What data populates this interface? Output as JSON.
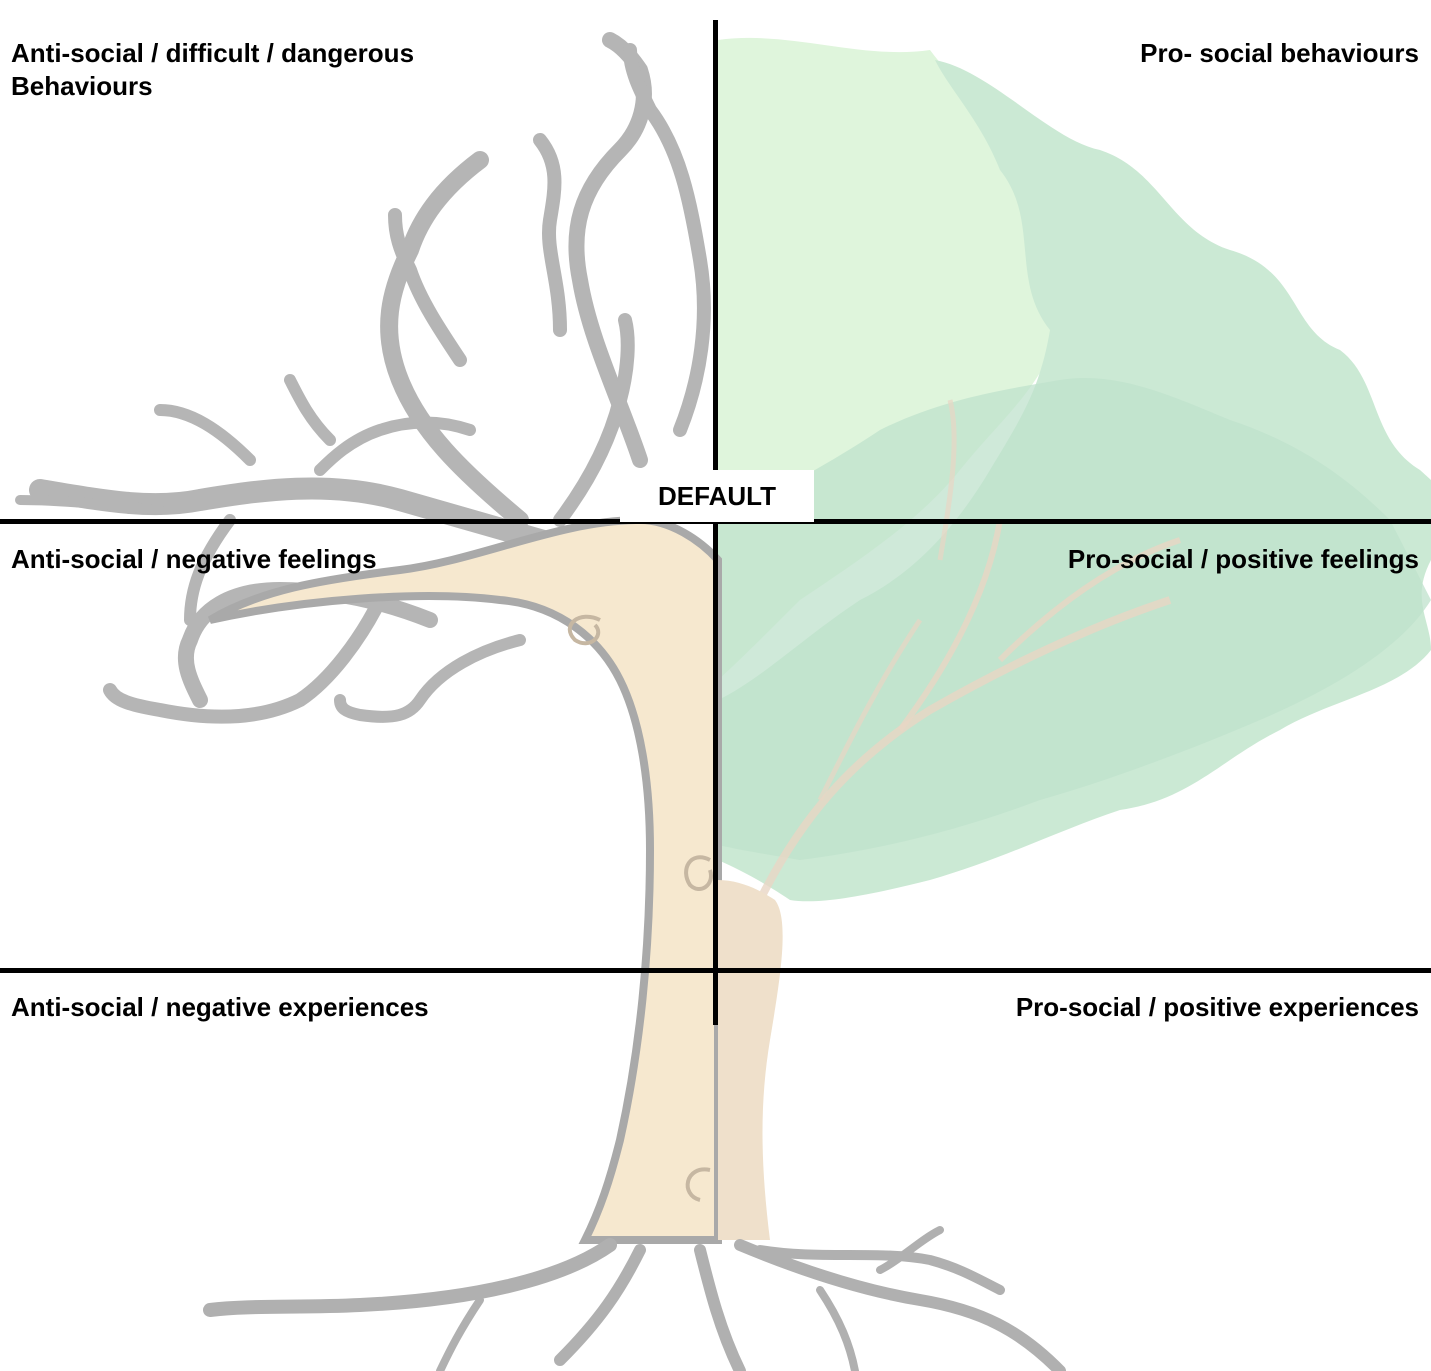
{
  "quadrants": {
    "top_left": "Anti-social / difficult / dangerous\nBehaviours",
    "top_right": "Pro- social behaviours",
    "middle_left": "Anti-social / negative feelings",
    "middle_right": "Pro-social / positive feelings",
    "bottom_left": "Anti-social / negative experiences",
    "bottom_right": "Pro-social / positive experiences"
  },
  "center_label": "DEFAULT",
  "colors": {
    "bare_branches": "#b5b5b5",
    "trunk_fill": "#f6e8cf",
    "trunk_outline": "#a9a9a9",
    "canopy_light": "#dff5dc",
    "canopy_mid": "#cbe9d4",
    "canopy_dark": "#bfe2cc",
    "roots": "#b0b0b0",
    "lines": "#000000"
  }
}
